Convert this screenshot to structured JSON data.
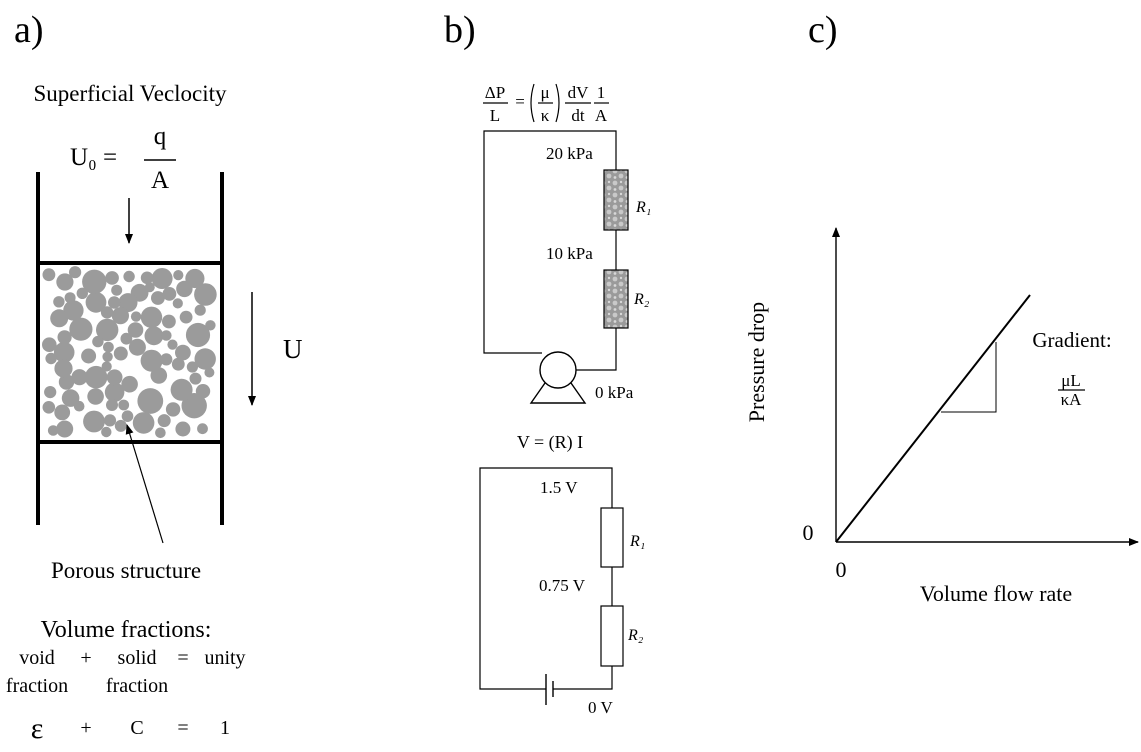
{
  "panel_a": {
    "label": "a)",
    "title": "Superficial Veclocity",
    "formula_lhs": "U₀ =",
    "formula_num": "q",
    "formula_den": "A",
    "flow_symbol": "U",
    "porous_label": "Porous structure",
    "fractions_title": "Volume fractions:",
    "row1": {
      "void": "void",
      "plus": "+",
      "solid": "solid",
      "eq": "=",
      "unity": "unity"
    },
    "row2": {
      "void": "fraction",
      "solid": "fraction"
    },
    "row3": {
      "eps": "ε",
      "plus": "+",
      "c": "C",
      "eq": "=",
      "one": "1"
    }
  },
  "panel_b": {
    "label": "b)",
    "darcy": {
      "dp": "ΔP",
      "L": "L",
      "eq": "=",
      "mu": "μ",
      "kappa": "κ",
      "dV": "dV",
      "dt": "dt",
      "one": "1",
      "A": "A"
    },
    "p_top": "20 kPa",
    "p_mid": "10 kPa",
    "p_bot": "0 kPa",
    "r1": "R₁",
    "r2": "R₂",
    "ohm": "V = (R) I",
    "v_top": "1.5 V",
    "v_mid": "0.75 V",
    "v_bot": "0  V"
  },
  "panel_c": {
    "label": "c)",
    "ylabel": "Pressure drop",
    "xlabel": "Volume flow rate",
    "origin_y": "0",
    "origin_x": "0",
    "gradient_label": "Gradient:",
    "gradient_num": "μL",
    "gradient_den": "κA"
  }
}
